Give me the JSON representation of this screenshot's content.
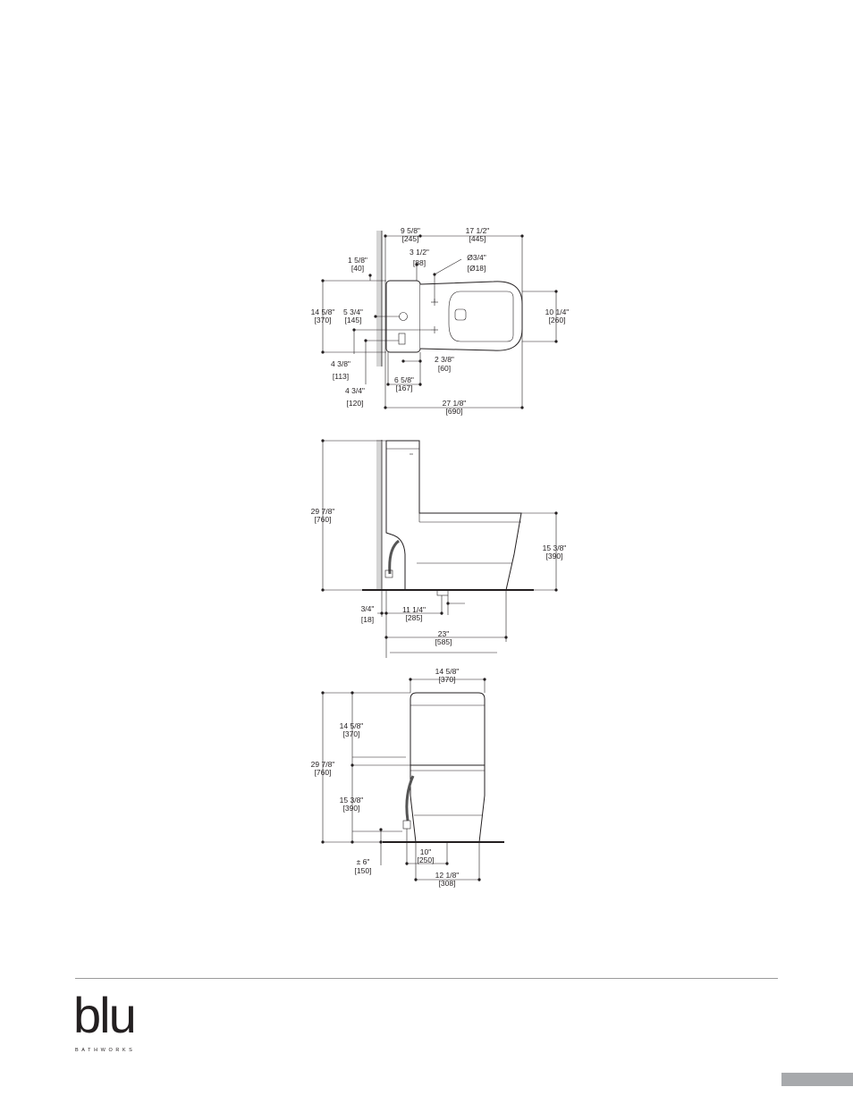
{
  "brand": {
    "logo": "blu",
    "tagline": "BATHWORKS",
    "colors": {
      "ink": "#231f20",
      "rule": "#9a9a9a",
      "tab": "#a7a9ac"
    }
  },
  "top_view": {
    "d_tank_depth": [
      "9 5/8\"",
      "[245]"
    ],
    "d_bowl_length": [
      "17 1/2\"",
      "[445]"
    ],
    "d_wall_to_tank": [
      "1 5/8\"",
      "[40]"
    ],
    "d_inlet_offset": [
      "3 1/2\"",
      "[88]"
    ],
    "d_bolt_diameter": [
      "Ø3/4\"",
      "[Ø18]"
    ],
    "d_width": [
      "14 5/8\"",
      "[370]"
    ],
    "d_supply_height": [
      "5 3/4\"",
      "[145]"
    ],
    "d_bowl_width": [
      "10 1/4\"",
      "[260]"
    ],
    "d_a": [
      "4 3/8\"",
      "[113]"
    ],
    "d_b": [
      "4 3/4\"",
      "[120]"
    ],
    "d_c": [
      "2 3/8\"",
      "[60]"
    ],
    "d_d": [
      "6 5/8\"",
      "[167]"
    ],
    "d_total_length": [
      "27 1/8\"",
      "[690]"
    ]
  },
  "side_view": {
    "d_height": [
      "29 7/8\"",
      "[760]"
    ],
    "d_seat_height": [
      "15 3/8\"",
      "[390]"
    ],
    "d_wall_gap": [
      "3/4\"",
      "[18]"
    ],
    "d_rough_in": [
      "11 1/4\"",
      "[285]"
    ],
    "d_base_length": [
      "23\"",
      "[585]"
    ]
  },
  "front_view": {
    "d_tank_width": [
      "14 5/8\"",
      "[370]"
    ],
    "d_tank_height": [
      "14 5/8\"",
      "[370]"
    ],
    "d_height": [
      "29 7/8\"",
      "[760]"
    ],
    "d_seat_height": [
      "15 3/8\"",
      "[390]"
    ],
    "d_supply": [
      "± 6\"",
      "[150]"
    ],
    "d_supply_offset": [
      "10\"",
      "[250]"
    ],
    "d_base_width": [
      "12 1/8\"",
      "[308]"
    ]
  }
}
